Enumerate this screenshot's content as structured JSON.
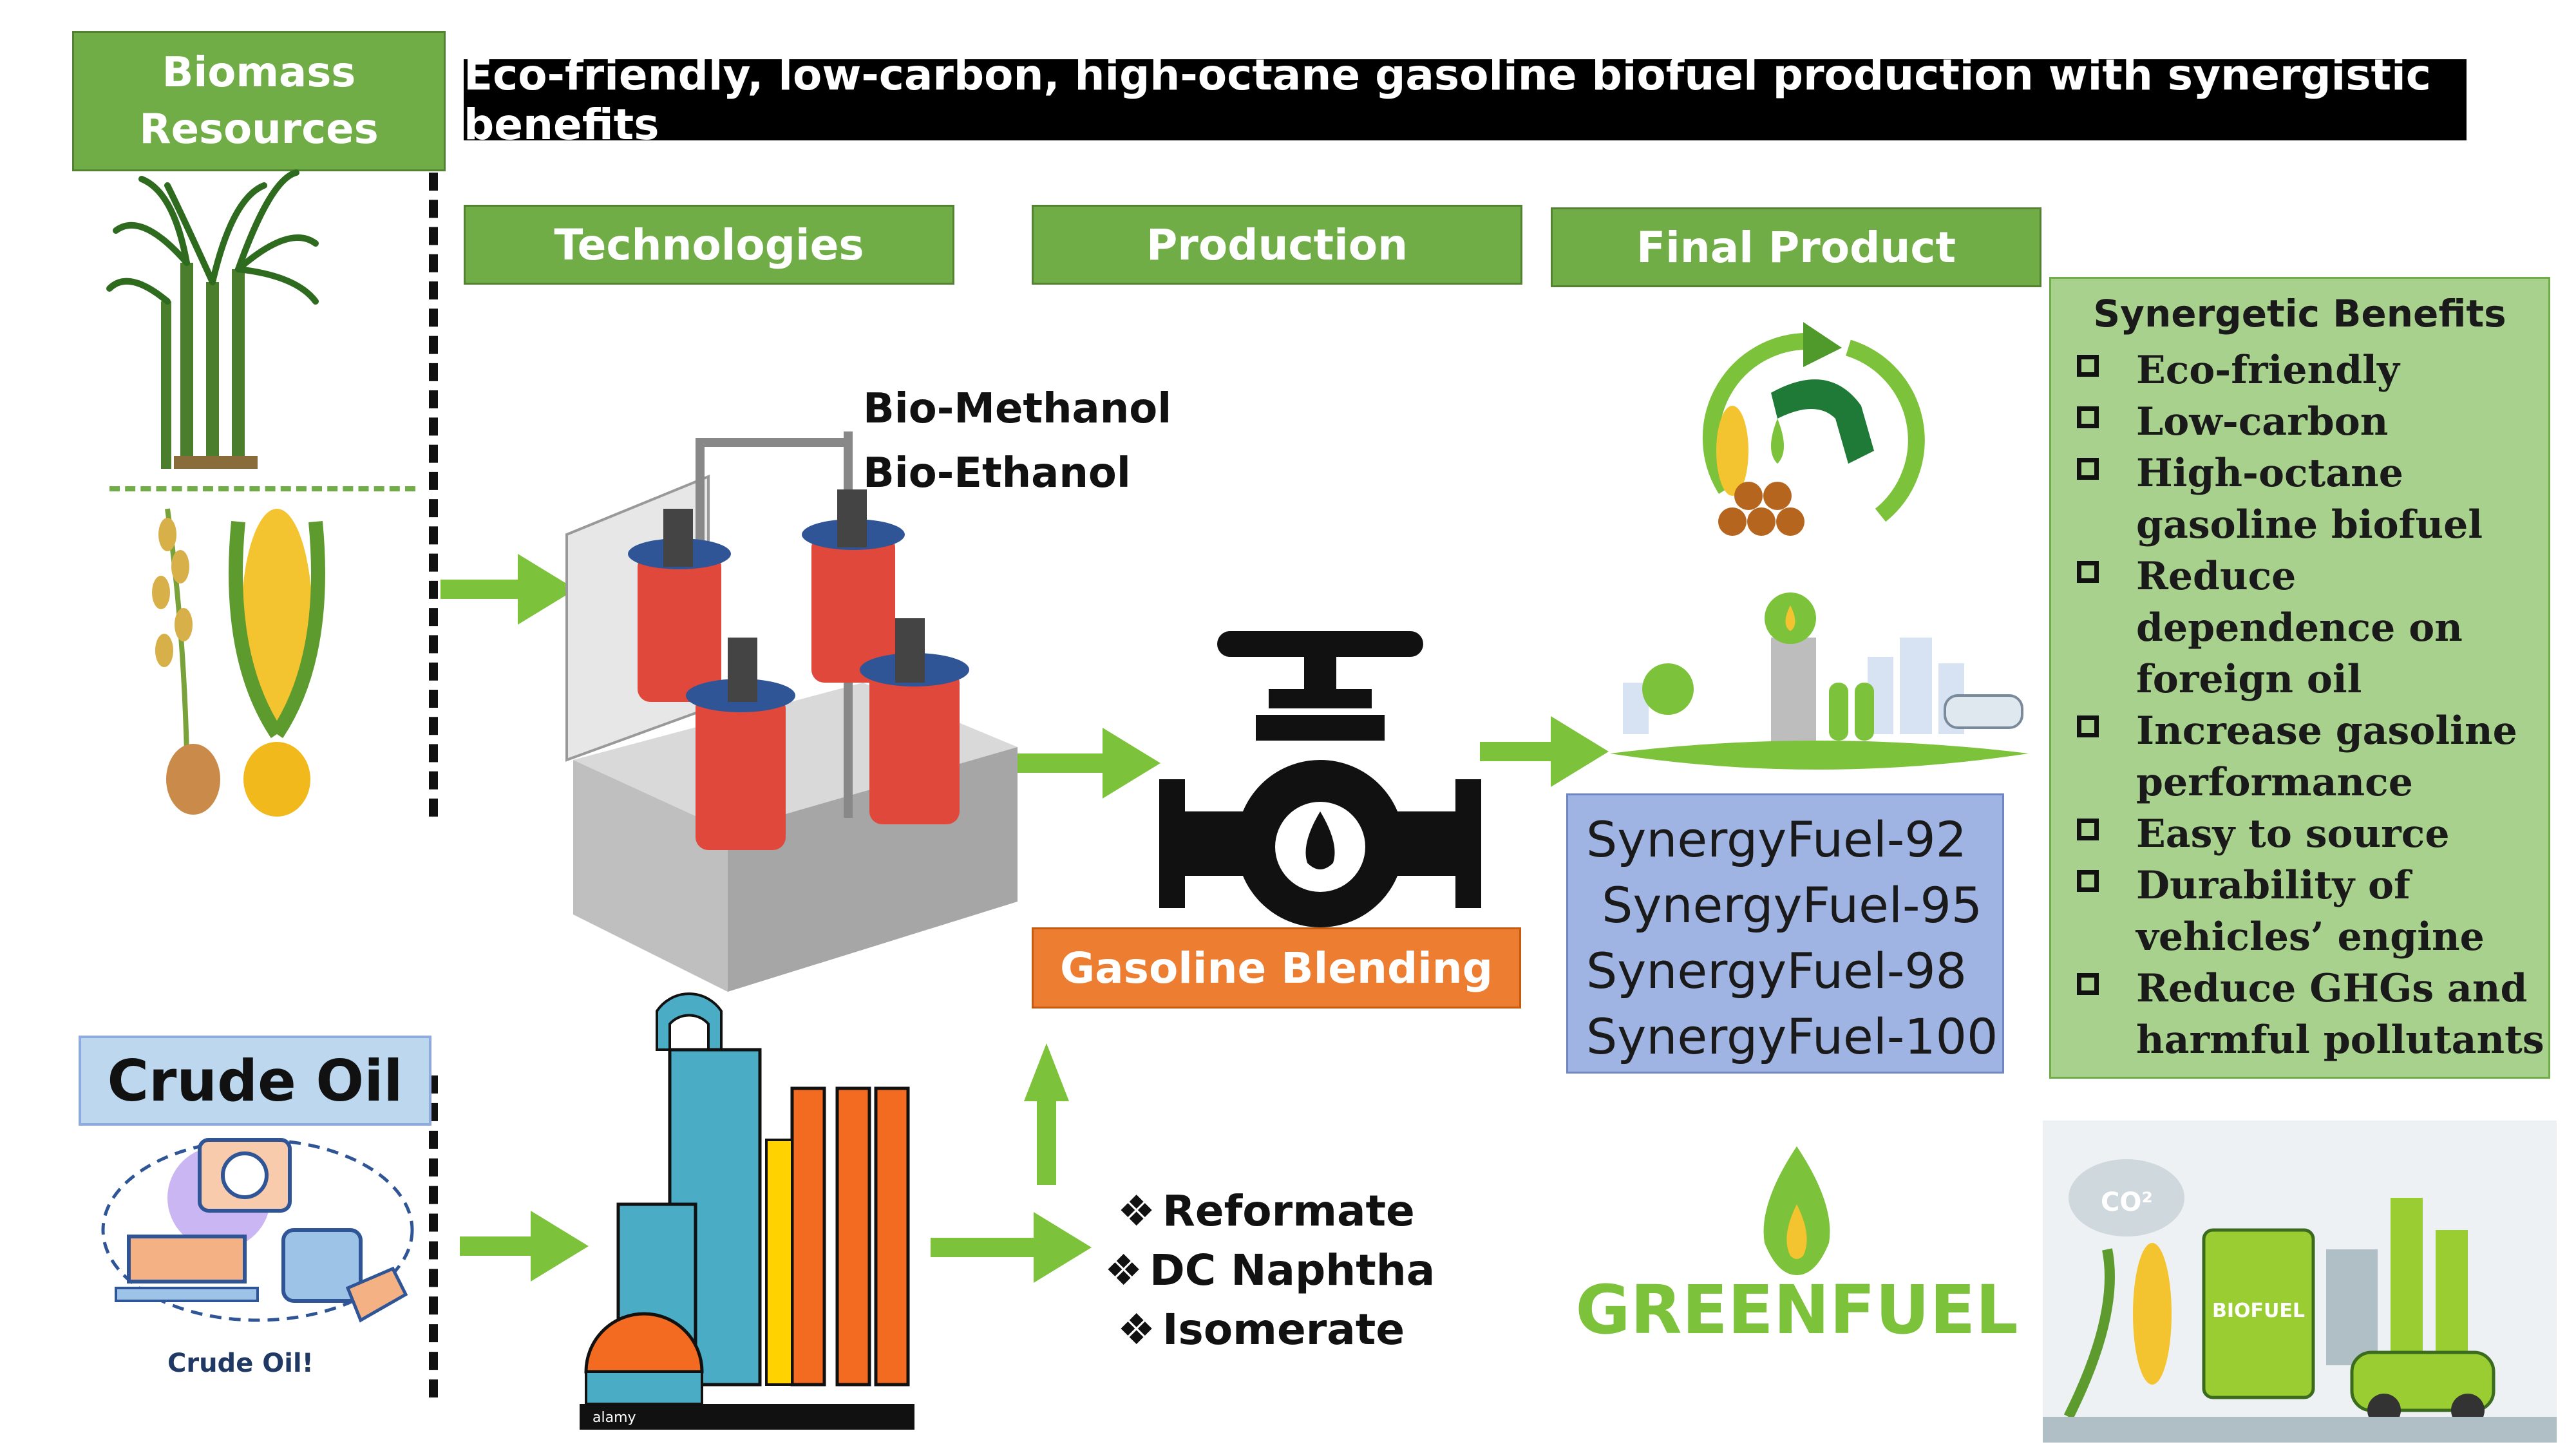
{
  "header": {
    "title": "Eco-friendly, low-carbon, high-octane gasoline biofuel production with synergistic benefits"
  },
  "sections": {
    "biomass": "Biomass Resources",
    "technologies": "Technologies",
    "production": "Production",
    "final_product": "Final Product"
  },
  "alcohols": [
    "Bio-Methanol",
    "Bio-Ethanol"
  ],
  "blending_label": "Gasoline Blending",
  "crude_oil_label": "Crude Oil",
  "crude_oil_icon_caption": "Crude Oil!",
  "refinery_streams": [
    "Reformate",
    "DC Naphtha",
    "Isomerate"
  ],
  "stream_bullet": "❖",
  "fuels": [
    "SynergyFuel-92",
    " SynergyFuel-95",
    "SynergyFuel-98",
    "SynergyFuel-100"
  ],
  "benefits": {
    "title": "Synergetic Benefits",
    "items": [
      "Eco-friendly",
      "Low-carbon",
      "High-octane gasoline biofuel",
      "Reduce dependence on foreign oil",
      "Increase gasoline performance",
      "Easy to source",
      "Durability of vehicles’ engine",
      "Reduce GHGs and harmful pollutants"
    ]
  },
  "logo_text": "GREENFUEL",
  "illustration_texts": {
    "co2": "CO²",
    "biofuel_barrel": "BIOFUEL",
    "watermark": "alamy"
  },
  "colors": {
    "section_green": "#70ad47",
    "arrow_green": "#7cc23a",
    "blend_orange": "#ed7d31",
    "fuel_blue": "#9fb4e2",
    "benefits_green": "#a9d18e",
    "crude_blue": "#bdd7ee"
  }
}
